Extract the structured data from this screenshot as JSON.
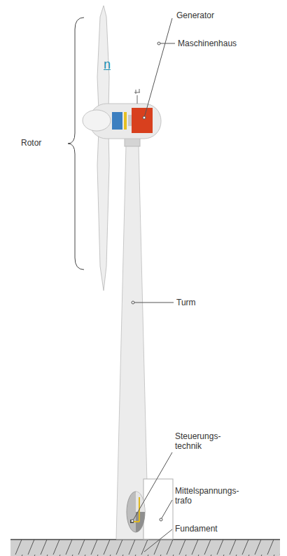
{
  "diagram": {
    "labels": [
      "Generator",
      "Maschinenhaus",
      "n",
      "Rotor",
      "Turm",
      "Steuerungs- technik",
      "Mittelspannungs- trafo",
      "Fundament"
    ]
  }
}
